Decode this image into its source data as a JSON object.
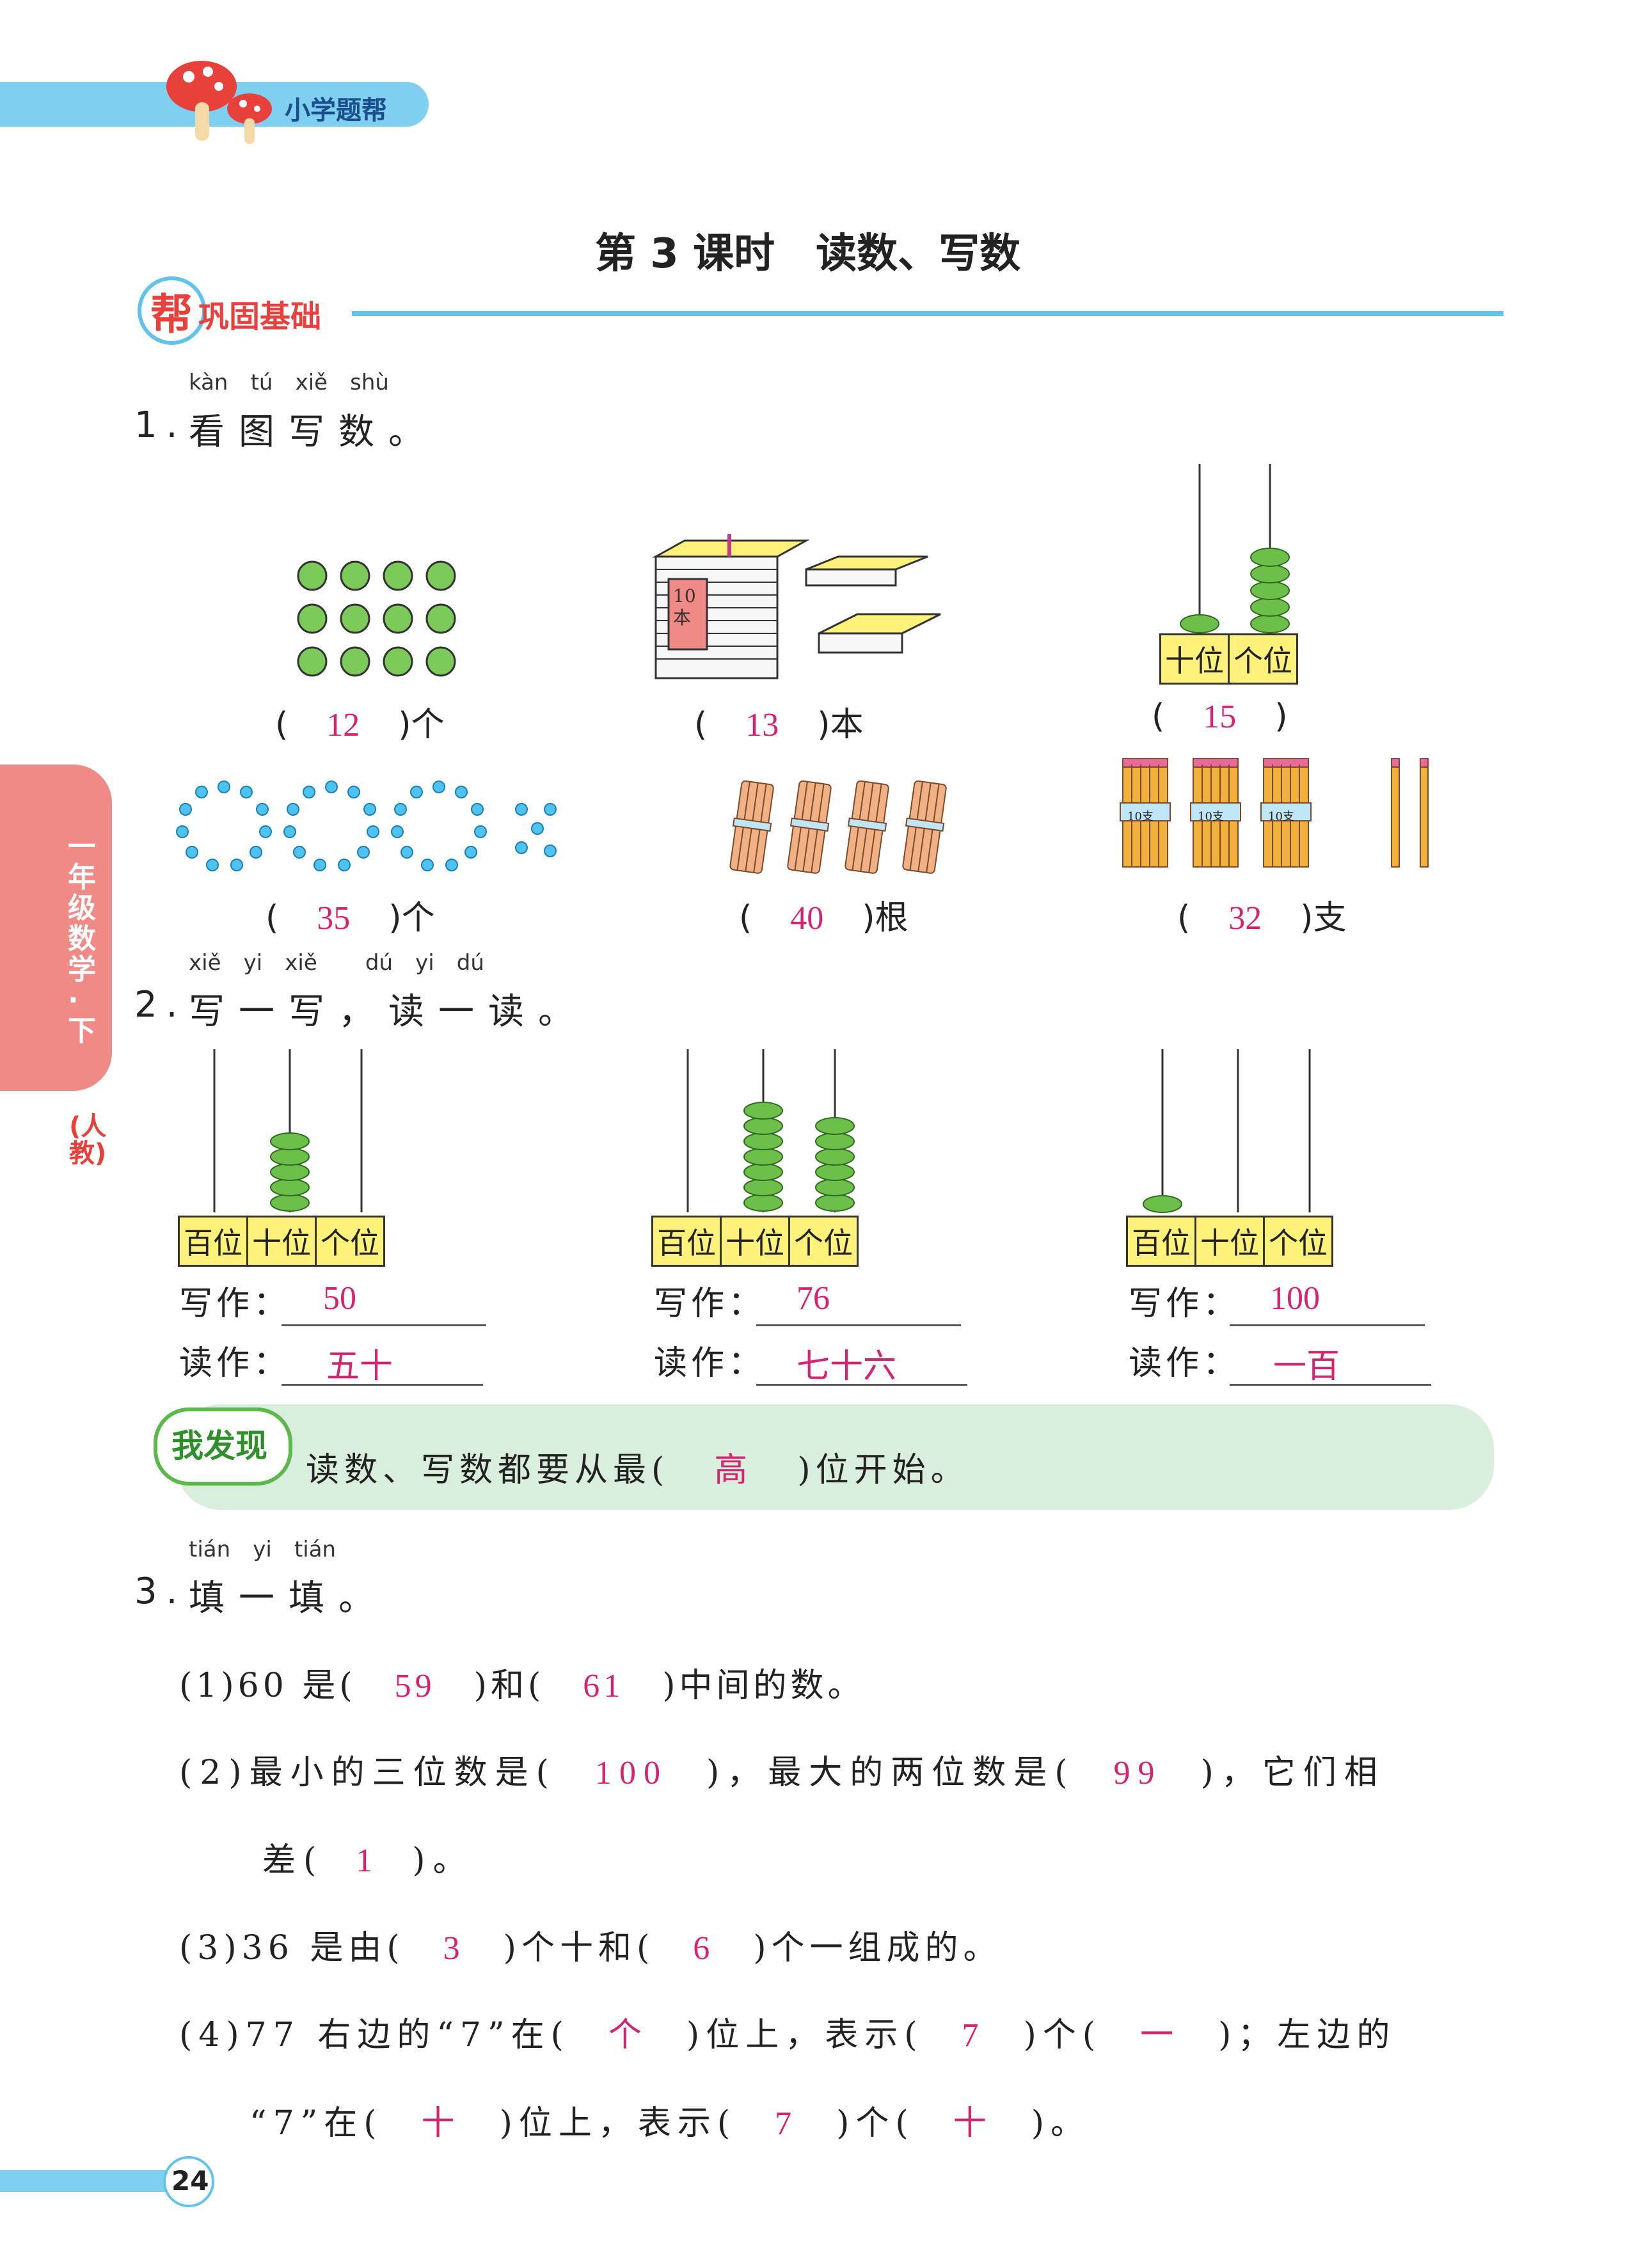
{
  "header": {
    "brand": "小学题帮"
  },
  "title": "第 3 课时　读数、写数",
  "section": {
    "badge": "帮",
    "label": "巩固基础"
  },
  "side_tab": {
    "grade": "一年级数学·下",
    "edition": "(人教)"
  },
  "page_number": "24",
  "q1": {
    "pinyin": [
      "kàn",
      "tú",
      "xiě",
      "shù"
    ],
    "number": "1.",
    "text": "看图写数。",
    "items": [
      {
        "answer": "12",
        "unit": "个"
      },
      {
        "answer": "13",
        "unit": "本"
      },
      {
        "answer": "15",
        "unit": ""
      },
      {
        "answer": "35",
        "unit": "个"
      },
      {
        "answer": "40",
        "unit": "根"
      },
      {
        "answer": "32",
        "unit": "支"
      }
    ],
    "book_label": "10本",
    "abacus_labels": [
      "十位",
      "个位"
    ],
    "pencil_tag": "10支"
  },
  "q2": {
    "pinyin": [
      "xiě",
      "yi",
      "xiě",
      "dú",
      "yi",
      "dú"
    ],
    "number": "2.",
    "text": "写一写，读一读。",
    "place_labels": [
      "百位",
      "十位",
      "个位"
    ],
    "write_label": "写作：",
    "read_label": "读作：",
    "items": [
      {
        "write": "50",
        "read": "五十"
      },
      {
        "write": "76",
        "read": "七十六"
      },
      {
        "write": "100",
        "read": "一百"
      }
    ]
  },
  "discover": {
    "badge": "我发现",
    "before": "读数、写数都要从最(",
    "answer": "高",
    "after": ")位开始。"
  },
  "q3": {
    "pinyin": [
      "tián",
      "yi",
      "tián"
    ],
    "number": "3.",
    "text": "填一填。",
    "s1": {
      "a": "(1)60 是(",
      "v1": "59",
      "b": ")和(",
      "v2": "61",
      "c": ")中间的数。"
    },
    "s2": {
      "a": "(2)最小的三位数是(",
      "v1": "100",
      "b": ")，最大的两位数是(",
      "v2": "99",
      "c": ")，它们相",
      "d": "差(",
      "v3": "1",
      "e": ")。"
    },
    "s3": {
      "a": "(3)36 是由(",
      "v1": "3",
      "b": ")个十和(",
      "v2": "6",
      "c": ")个一组成的。"
    },
    "s4": {
      "a": "(4)77 右边的“7”在(",
      "v1": "个",
      "b": ")位上，表示(",
      "v2": "7",
      "c": ")个(",
      "v3": "一",
      "d": ")；左边的",
      "e": "“7”在(",
      "v4": "十",
      "f": ")位上，表示(",
      "v5": "7",
      "g": ")个(",
      "v6": "十",
      "h": ")。"
    }
  },
  "colors": {
    "accent_blue": "#5fc3ec",
    "answer": "#d6236f",
    "side_tab": "#f08a86",
    "bead": "#6cc04a",
    "discover_bg": "#d9eedd"
  }
}
